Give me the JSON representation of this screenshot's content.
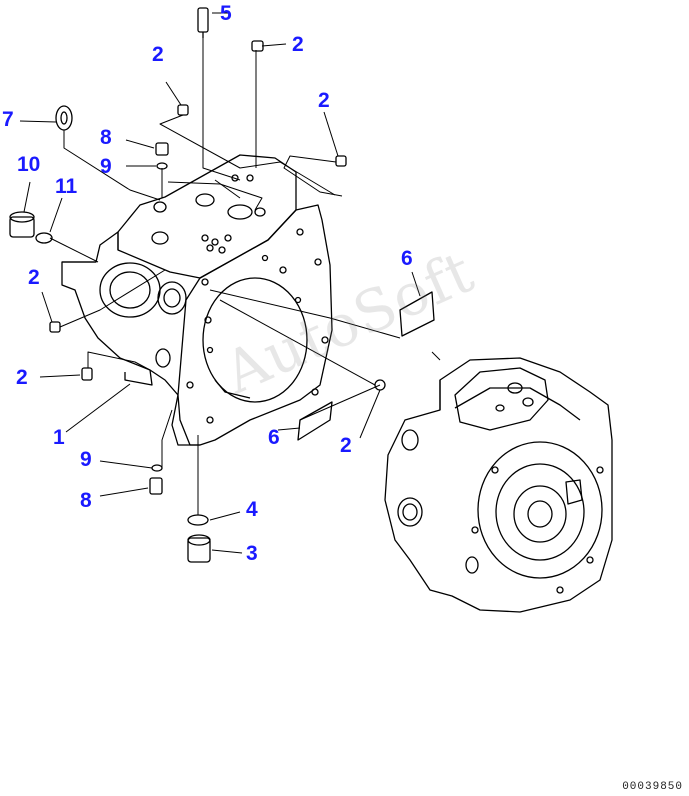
{
  "watermark": "AutoSoft",
  "doc_number": "00039850",
  "callouts": [
    {
      "key": "c5",
      "text": "5"
    },
    {
      "key": "c2a",
      "text": "2"
    },
    {
      "key": "c2b",
      "text": "2"
    },
    {
      "key": "c2c",
      "text": "2"
    },
    {
      "key": "c7",
      "text": "7"
    },
    {
      "key": "c8a",
      "text": "8"
    },
    {
      "key": "c9a",
      "text": "9"
    },
    {
      "key": "c10",
      "text": "10"
    },
    {
      "key": "c11",
      "text": "11"
    },
    {
      "key": "c2d",
      "text": "2"
    },
    {
      "key": "c6a",
      "text": "6"
    },
    {
      "key": "c2e",
      "text": "2"
    },
    {
      "key": "c1",
      "text": "1"
    },
    {
      "key": "c9b",
      "text": "9"
    },
    {
      "key": "c8b",
      "text": "8"
    },
    {
      "key": "c6b",
      "text": "6"
    },
    {
      "key": "c2f",
      "text": "2"
    },
    {
      "key": "c4",
      "text": "4"
    },
    {
      "key": "c3",
      "text": "3"
    }
  ]
}
